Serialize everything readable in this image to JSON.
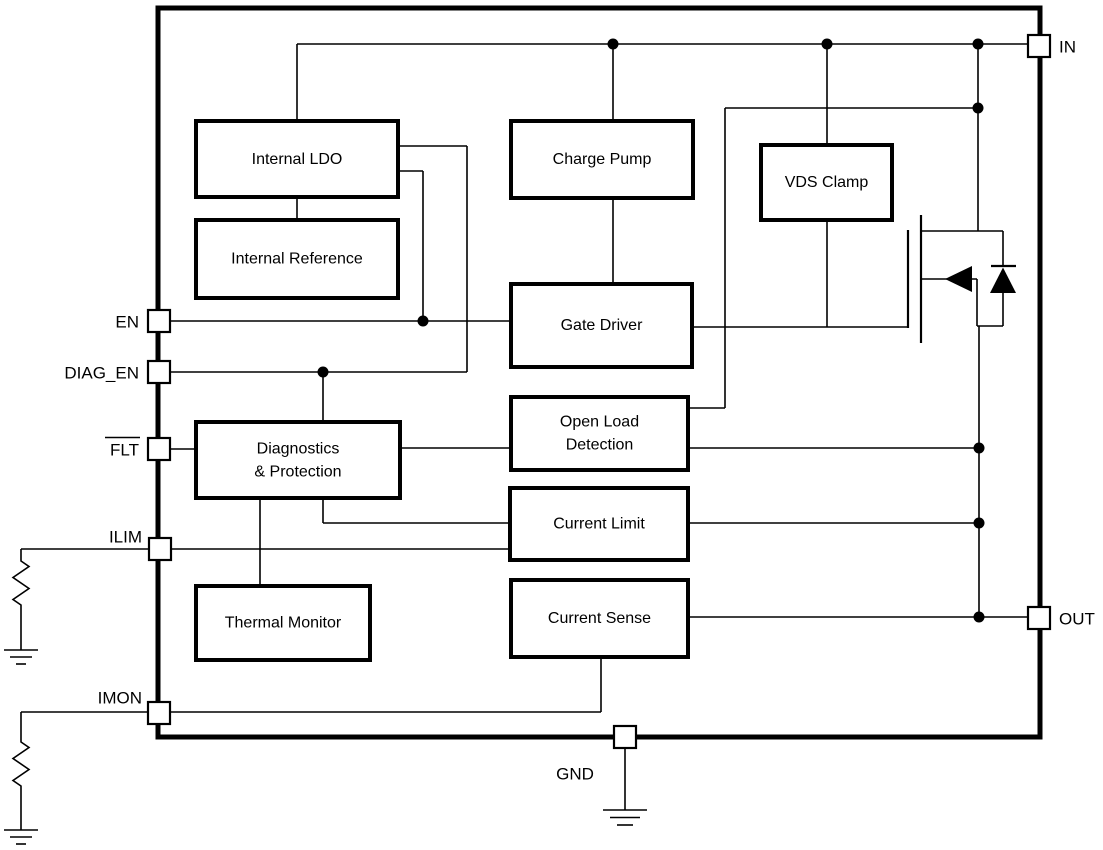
{
  "colors": {
    "ink": "#000000",
    "paper": "#ffffff"
  },
  "blocks": {
    "internal_ldo": {
      "label": "Internal LDO"
    },
    "internal_reference": {
      "label": "Internal Reference"
    },
    "charge_pump": {
      "label": "Charge Pump"
    },
    "vds_clamp": {
      "label": "VDS Clamp"
    },
    "gate_driver": {
      "label": "Gate Driver"
    },
    "open_load_detection": {
      "line1": "Open Load",
      "line2": "Detection"
    },
    "diagnostics_protection": {
      "line1": "Diagnostics",
      "line2": "& Protection"
    },
    "current_limit": {
      "label": "Current Limit"
    },
    "thermal_monitor": {
      "label": "Thermal Monitor"
    },
    "current_sense": {
      "label": "Current Sense"
    }
  },
  "pins": {
    "in": {
      "label": "IN"
    },
    "out": {
      "label": "OUT"
    },
    "en": {
      "label": "EN"
    },
    "diag_en": {
      "label": "DIAG_EN"
    },
    "flt": {
      "label": "FLT",
      "overline": true
    },
    "ilim": {
      "label": "ILIM"
    },
    "imon": {
      "label": "IMON"
    },
    "gnd": {
      "label": "GND"
    }
  },
  "symbols": {
    "mosfet": "n-channel-power-mosfet",
    "body_diode": "body-diode",
    "resistor_ilim": "external-resistor",
    "resistor_imon": "external-resistor",
    "ground": "ground-symbol",
    "junction": "junction-dot"
  }
}
